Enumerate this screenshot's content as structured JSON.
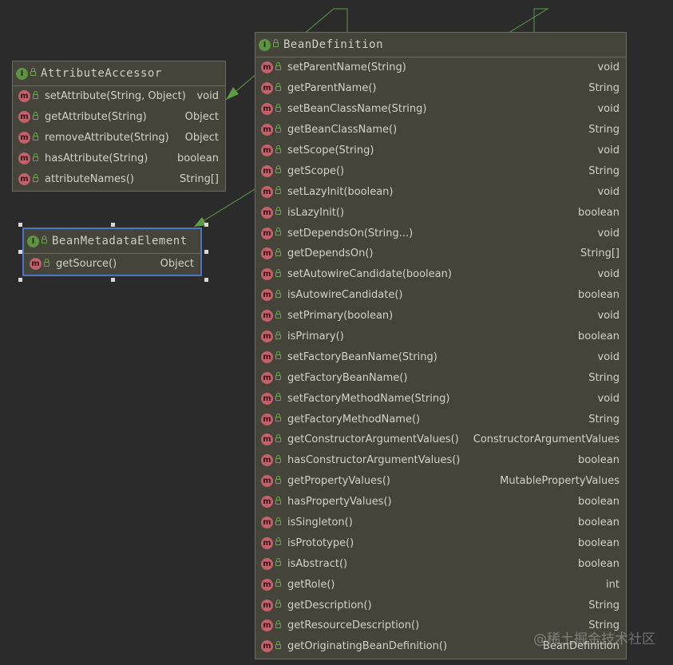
{
  "boxes": {
    "attribute_accessor": {
      "title": "AttributeAccessor",
      "methods": [
        {
          "name": "setAttribute(String, Object)",
          "type": "void"
        },
        {
          "name": "getAttribute(String)",
          "type": "Object"
        },
        {
          "name": "removeAttribute(String)",
          "type": "Object"
        },
        {
          "name": "hasAttribute(String)",
          "type": "boolean"
        },
        {
          "name": "attributeNames()",
          "type": "String[]"
        }
      ]
    },
    "bean_metadata_element": {
      "title": "BeanMetadataElement",
      "methods": [
        {
          "name": "getSource()",
          "type": "Object"
        }
      ]
    },
    "bean_definition": {
      "title": "BeanDefinition",
      "methods": [
        {
          "name": "setParentName(String)",
          "type": "void"
        },
        {
          "name": "getParentName()",
          "type": "String"
        },
        {
          "name": "setBeanClassName(String)",
          "type": "void"
        },
        {
          "name": "getBeanClassName()",
          "type": "String"
        },
        {
          "name": "setScope(String)",
          "type": "void"
        },
        {
          "name": "getScope()",
          "type": "String"
        },
        {
          "name": "setLazyInit(boolean)",
          "type": "void"
        },
        {
          "name": "isLazyInit()",
          "type": "boolean"
        },
        {
          "name": "setDependsOn(String...)",
          "type": "void"
        },
        {
          "name": "getDependsOn()",
          "type": "String[]"
        },
        {
          "name": "setAutowireCandidate(boolean)",
          "type": "void"
        },
        {
          "name": "isAutowireCandidate()",
          "type": "boolean"
        },
        {
          "name": "setPrimary(boolean)",
          "type": "void"
        },
        {
          "name": "isPrimary()",
          "type": "boolean"
        },
        {
          "name": "setFactoryBeanName(String)",
          "type": "void"
        },
        {
          "name": "getFactoryBeanName()",
          "type": "String"
        },
        {
          "name": "setFactoryMethodName(String)",
          "type": "void"
        },
        {
          "name": "getFactoryMethodName()",
          "type": "String"
        },
        {
          "name": "getConstructorArgumentValues()",
          "type": "ConstructorArgumentValues"
        },
        {
          "name": "hasConstructorArgumentValues()",
          "type": "boolean"
        },
        {
          "name": "getPropertyValues()",
          "type": "MutablePropertyValues"
        },
        {
          "name": "hasPropertyValues()",
          "type": "boolean"
        },
        {
          "name": "isSingleton()",
          "type": "boolean"
        },
        {
          "name": "isPrototype()",
          "type": "boolean"
        },
        {
          "name": "isAbstract()",
          "type": "boolean"
        },
        {
          "name": "getRole()",
          "type": "int"
        },
        {
          "name": "getDescription()",
          "type": "String"
        },
        {
          "name": "getResourceDescription()",
          "type": "String"
        },
        {
          "name": "getOriginatingBeanDefinition()",
          "type": "BeanDefinition"
        }
      ]
    }
  },
  "icons": {
    "interface": "I",
    "method": "m"
  },
  "colors": {
    "background": "#2b2b2b",
    "box": "#45443a",
    "arrow": "#5d9e45",
    "selection": "#4a77c4"
  },
  "watermark": "@稀土掘金技术社区"
}
